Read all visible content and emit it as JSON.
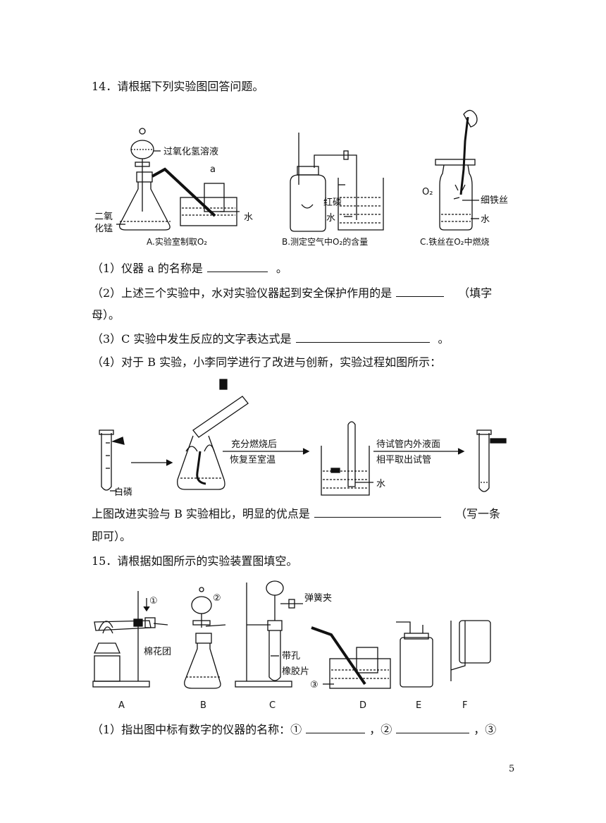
{
  "q14": {
    "title": "14．请根据下列实验图回答问题。",
    "figA": {
      "label_solution": "过氧化氢溶液",
      "label_a": "a",
      "label_mno2_1": "二氧",
      "label_mno2_2": "化锰",
      "label_water": "水",
      "caption": "A.实验室制取O₂"
    },
    "figB": {
      "label_p": "红磷",
      "label_water": "水",
      "caption": "B.测定空气中O₂的含量"
    },
    "figC": {
      "label_o2": "O₂",
      "label_wire": "细铁丝",
      "label_water": "水",
      "caption": "C.铁丝在O₂中燃烧"
    },
    "sub1": "（1）仪器 a 的名称是",
    "sub1_end": "。",
    "sub2a": "（2）上述三个实验中，水对实验仪器起到安全保护作用的是",
    "sub2b": "（填字",
    "sub2c": "母）。",
    "sub3": "（3）C 实验中发生反应的文字表达式是",
    "sub3_end": "。",
    "sub4": "（4）对于 B 实验，小李同学进行了改进与创新，实验过程如图所示：",
    "process": {
      "white_p": "白磷",
      "step1a": "充分燃烧后",
      "step1b": "恢复至室温",
      "water": "水",
      "step2a": "待试管内外液面",
      "step2b": "相平取出试管"
    },
    "advantage_a": "上图改进实验与 B 实验相比，明显的优点是",
    "advantage_b": "（写一条",
    "advantage_c": "即可）。"
  },
  "q15": {
    "title": "15．请根据如图所示的实验装置图填空。",
    "labels": {
      "n1": "①",
      "n2": "②",
      "n3": "③",
      "cotton": "棉花团",
      "clip": "弹簧夹",
      "stopper_a": "带孔",
      "stopper_b": "橡胶片"
    },
    "captions": [
      "A",
      "B",
      "C",
      "D",
      "E",
      "F"
    ],
    "sub1": "（1）指出图中标有数字的仪器的名称：①",
    "sub1_m1": "，②",
    "sub1_m2": "，③"
  },
  "page_number": "5"
}
